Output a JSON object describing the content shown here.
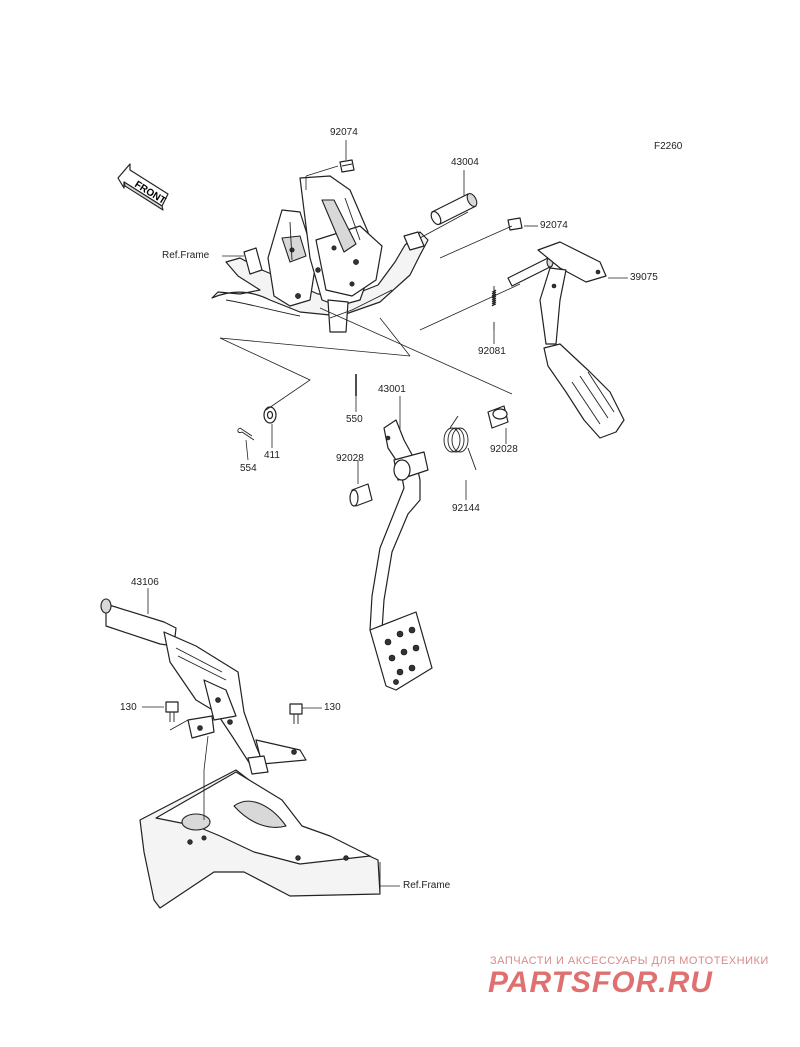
{
  "diagram_code": "F2260",
  "front_marker": "FRONT",
  "callouts": {
    "p92074a": "92074",
    "p43004": "43004",
    "p92074b": "92074",
    "p39075": "39075",
    "ref_frame_top": "Ref.Frame",
    "p92081": "92081",
    "p550": "550",
    "p43001": "43001",
    "p411": "411",
    "p554": "554",
    "p92028a": "92028",
    "p92028b": "92028",
    "p92144": "92144",
    "p43106": "43106",
    "p130a": "130",
    "p130b": "130",
    "ref_frame_bottom": "Ref.Frame"
  },
  "watermark": {
    "tagline": "ЗАПЧАСТИ И АКСЕССУАРЫ ДЛЯ МОТОТЕХНИКИ",
    "brand": "PARTSFOR.RU",
    "color": "#e07070"
  }
}
